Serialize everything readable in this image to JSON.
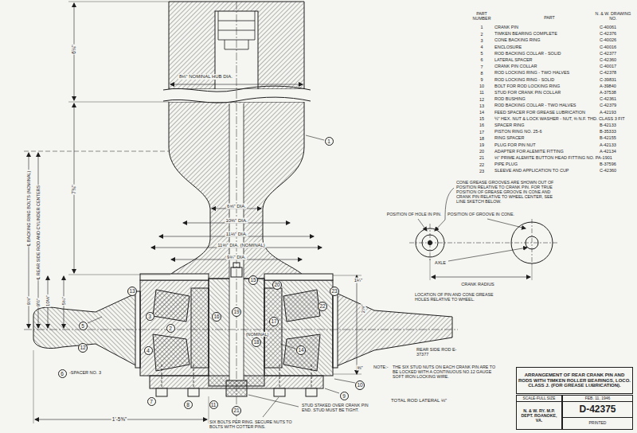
{
  "diagram": {
    "nodes": [
      {
        "text": [
          "ARRANGEMENT OF REAR CRANK PIN AND RODS WITH TIMKEN ROLLER BEARINGS, LOCO. CLASS J. (FOR GREASE LUBRICATION)."
        ]
      },
      {
        "text": [
          "SCALE-FULL SIZE"
        ]
      },
      {
        "text": [
          "FEB. 11, 1946"
        ]
      },
      {
        "text": [
          "N. & W. RY. M.P. DEPT. ROANOKE, VA."
        ]
      },
      {
        "text": [
          "D-42375"
        ]
      },
      {
        "text": [
          "PRINTED"
        ]
      },
      {
        "text": [
          "1"
        ]
      },
      {
        "text": [
          "13"
        ]
      },
      {
        "text": [
          "3"
        ]
      },
      {
        "text": [
          "2"
        ]
      },
      {
        "text": [
          "4"
        ]
      },
      {
        "text": [
          "5"
        ]
      },
      {
        "text": [
          "12"
        ]
      },
      {
        "text": [
          "6"
        ]
      },
      {
        "text": [
          "7"
        ]
      },
      {
        "text": [
          "8"
        ]
      },
      {
        "text": [
          "11"
        ]
      },
      {
        "text": [
          "21"
        ]
      },
      {
        "text": [
          "9"
        ]
      },
      {
        "text": [
          "10"
        ]
      },
      {
        "text": [
          "15"
        ]
      },
      {
        "text": [
          "20"
        ]
      },
      {
        "text": [
          "16"
        ]
      },
      {
        "text": [
          "19"
        ]
      },
      {
        "text": [
          "17"
        ]
      },
      {
        "text": [
          "18"
        ]
      },
      {
        "text": [
          "14"
        ]
      },
      {
        "text": [
          "22"
        ]
      },
      {
        "text": [
          "23"
        ]
      }
    ],
    "labels": [
      "PART NUMBER",
      "PART",
      "N. & W. DRAWING NO.",
      "1",
      "CRANK PIN",
      "C-40061",
      "2",
      "TIMKEN BEARING COMPLETE",
      "C-42376",
      "3",
      "CONE BACKING RING",
      "C-40026",
      "4",
      "ENCLOSURE",
      "C-40016",
      "5",
      "ROD BACKING COLLAR - SOLID",
      "C-42377",
      "6",
      "LATERAL SPACER",
      "C-42360",
      "7",
      "CRANK PIN COLLAR",
      "C-40017",
      "8",
      "ROD LOCKING RING - TWO HALVES",
      "C-42378",
      "9",
      "ROD LOCKING RING - SOLID",
      "C-39831",
      "10",
      "BOLT FOR ROD LOCKING RING",
      "A-39840",
      "11",
      "STUD FOR CRANK PIN COLLAR",
      "A-37538",
      "12",
      "ROD BUSHING",
      "C-42361",
      "13",
      "ROD BACKING COLLAR - TWO HALVES",
      "C-42379",
      "14",
      "FEED SPACER FOR GREASE LUBRICATION",
      "A-42193",
      "15",
      "½\" HEX. NUT & LOCK WASHER - NUT, ⅜ N.F. THD. CLASS 3 FIT",
      "16",
      "SPACER RING",
      "B-42133",
      "17",
      "PISTON RING NO. 25-6",
      "B-35333",
      "18",
      "RING SPACER",
      "B-42155",
      "19",
      "PLUG FOR PIN NUT",
      "A-42133",
      "20",
      "ADAPTER FOR ALEMITE FITTING",
      "A-42134",
      "21",
      "⅛\" PRIME ALEMITE BUTTON HEAD FITTING NO. PA-1901",
      "22",
      "PIPE PLUG",
      "B-37596",
      "23",
      "SLEEVE AND APPLICATION TO CUP",
      "C-42360",
      "8⅛\" NOMINAL HUB DIA.",
      "6⅛\"",
      "7⅜\"",
      "℄ BACKING RING BOLTS (NOMINAL)",
      "℄ REAR SIDE ROD AND CYLINDER CENTERS",
      "9⅞\"",
      "9½\"",
      "10⅛\"",
      "5¾\"",
      "6⅝\" DIA.",
      "10⅜\" DIA.",
      "11⅛\" DIA.",
      "11⅜\" DIA. (NOMINAL)",
      "9¾\" DIA.",
      "(NOMINAL)",
      "1¼\"",
      "2⅞\"",
      "⅜\"",
      "1'-5⅝\"",
      "CONE GREASE GROOVES ARE SHOWN OUT OF POSITION RELATIVE TO CRANK PIN. FOR TRUE POSITION OF GREASE GROOVE IN CONE AND CRANK PIN RELATIVE TO WHEEL CENTER, SEE LINE SKETCH BELOW.",
      "POSITION OF HOLE IN PIN.",
      "POSITION OF GROOVE IN CONE.",
      "AXLE",
      "CRANK RADIUS",
      "LOCATION OF PIN AND CONE GREASE HOLES RELATIVE TO WHEEL.",
      "REAR SIDE ROD E-37377",
      "NOTE:-",
      "THE SIX STUD NUTS ON EACH CRANK PIN ARE TO BE LOCKED WITH A CONTINUOUS NO.12 GAUGE SOFT IRON LOCKING WIRE.",
      "TOTAL ROD LATERAL ⅛\"",
      "STUD STAKED OVER CRANK PIN END. STUD MUST BE TIGHT.",
      "SIX BOLTS PER RING. SECURE NUTS TO BOLTS WITH COTTER PINS.",
      "-SPACER NO. 3"
    ]
  }
}
